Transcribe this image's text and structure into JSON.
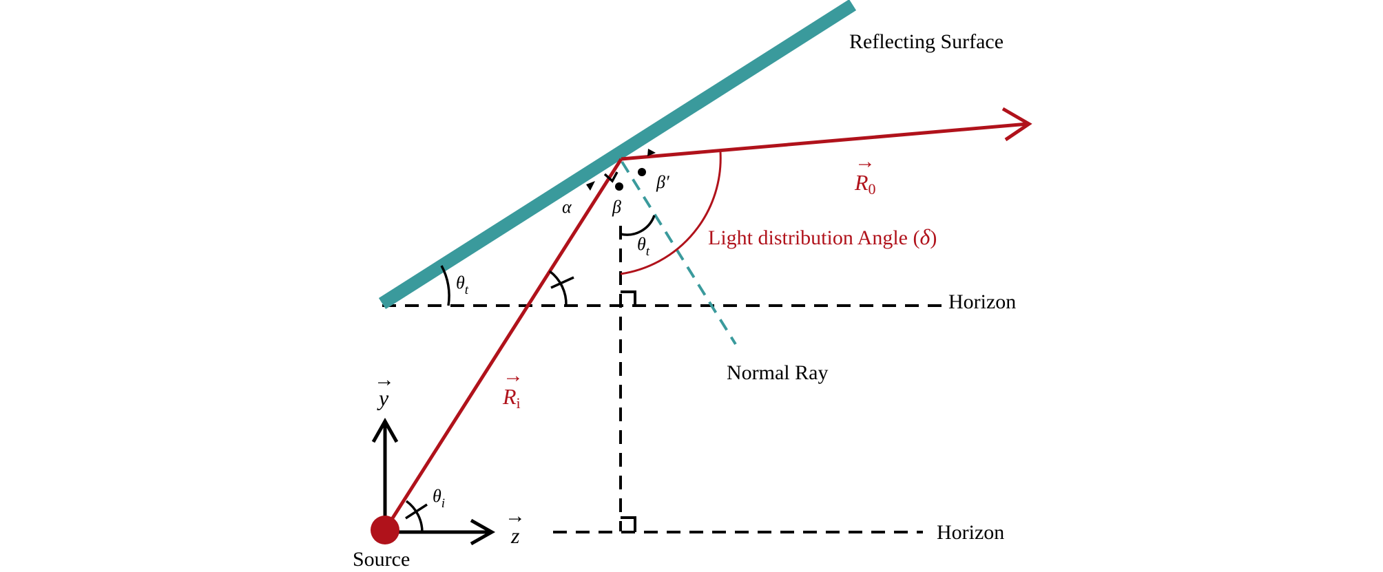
{
  "labels": {
    "reflecting_surface": "Reflecting Surface",
    "light_distribution": "Light distribution Angle (",
    "light_distribution_symbol": "δ",
    "light_distribution_close": ")",
    "horizon_upper": "Horizon",
    "horizon_lower": "Horizon",
    "normal_ray": "Normal Ray",
    "source": "Source"
  },
  "symbols": {
    "alpha": "α",
    "beta": "β",
    "beta_prime": "β′",
    "theta": "θ",
    "sub_t": "t",
    "sub_i": "i",
    "vector_arrow": "→",
    "r": "R",
    "r0_sub": "0",
    "ri_sub": "i",
    "y": "y",
    "z": "z"
  },
  "colors": {
    "surface": "#3a9a9c",
    "ray": "#b0121b",
    "source_dot": "#b0121b",
    "normal": "#3a9a9c",
    "lines": "#000000",
    "label_red": "#b0121b"
  }
}
